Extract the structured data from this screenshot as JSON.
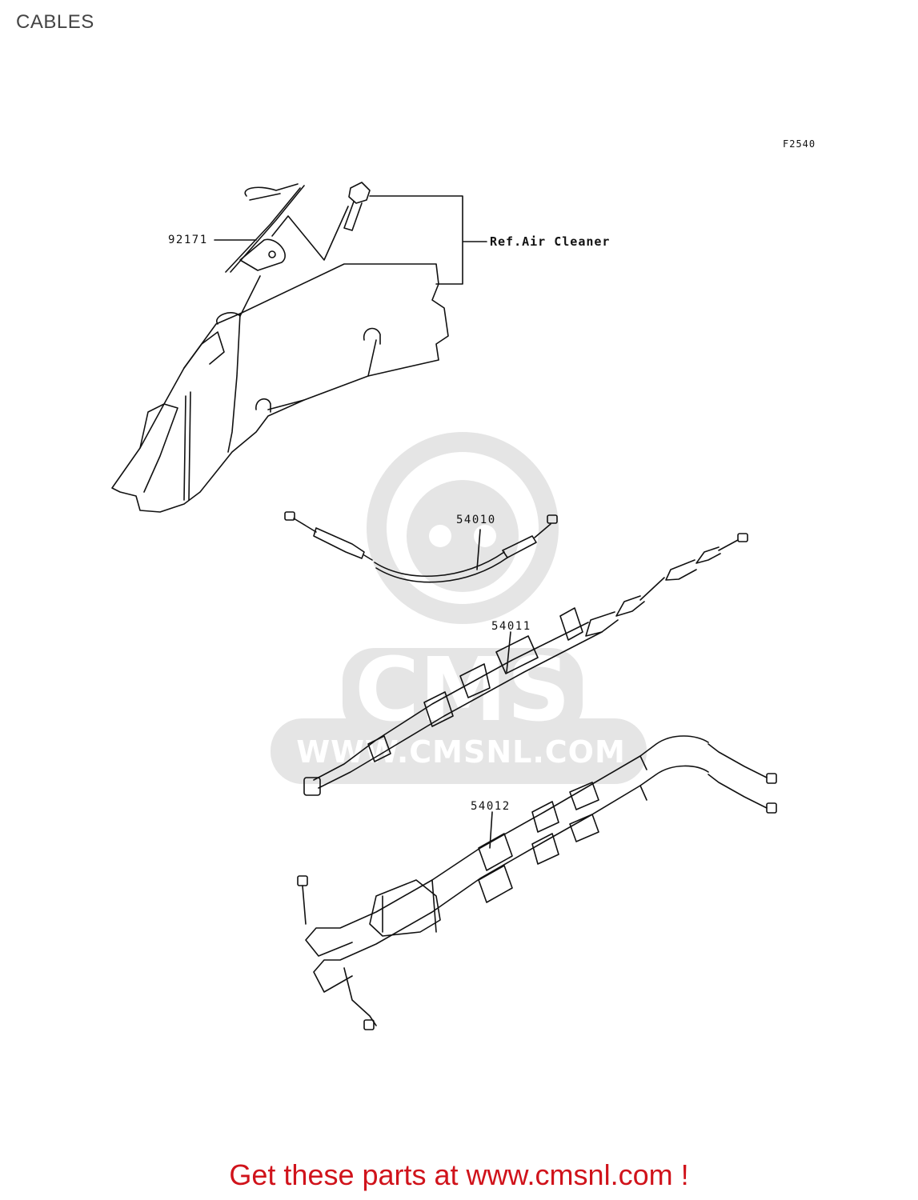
{
  "header": {
    "title": "CABLES"
  },
  "diagram": {
    "code": "F2540",
    "reference": "Ref.Air Cleaner",
    "parts": [
      {
        "number": "92171"
      },
      {
        "number": "54010"
      },
      {
        "number": "54011"
      },
      {
        "number": "54012"
      }
    ]
  },
  "watermark": {
    "brand": "CMS",
    "url": "WWW.CMSNL.COM"
  },
  "footer": {
    "cta": "Get these parts at www.cmsnl.com !"
  },
  "colors": {
    "line": "#111111",
    "watermark": "#e3e3e3",
    "cta": "#d0131b"
  }
}
